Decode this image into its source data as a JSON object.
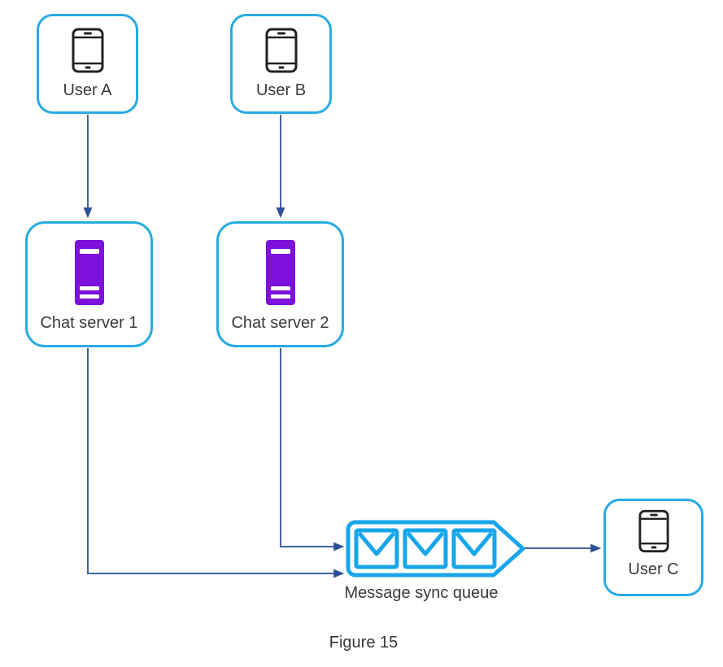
{
  "diagram": {
    "caption": "Figure 15",
    "colors": {
      "node_border": "#29abe2",
      "queue_accent": "#18a6ea",
      "server_fill": "#7b11db",
      "phone_outline": "#222222",
      "connector_line": "#44639e",
      "arrowhead": "#2e4f95",
      "label_text": "#3b3b3b"
    },
    "nodes": {
      "user_a": {
        "label": "User A",
        "icon": "smartphone-icon"
      },
      "user_b": {
        "label": "User B",
        "icon": "smartphone-icon"
      },
      "chat_server_1": {
        "label": "Chat server 1",
        "icon": "server-icon"
      },
      "chat_server_2": {
        "label": "Chat server 2",
        "icon": "server-icon"
      },
      "message_sync_queue": {
        "label": "Message sync queue",
        "icon": "envelope-icon",
        "envelope_count": 3
      },
      "user_c": {
        "label": "User C",
        "icon": "smartphone-icon"
      }
    },
    "edges": [
      {
        "from": "user_a",
        "to": "chat_server_1"
      },
      {
        "from": "user_b",
        "to": "chat_server_2"
      },
      {
        "from": "chat_server_1",
        "to": "message_sync_queue"
      },
      {
        "from": "chat_server_2",
        "to": "message_sync_queue"
      },
      {
        "from": "message_sync_queue",
        "to": "user_c"
      }
    ]
  }
}
